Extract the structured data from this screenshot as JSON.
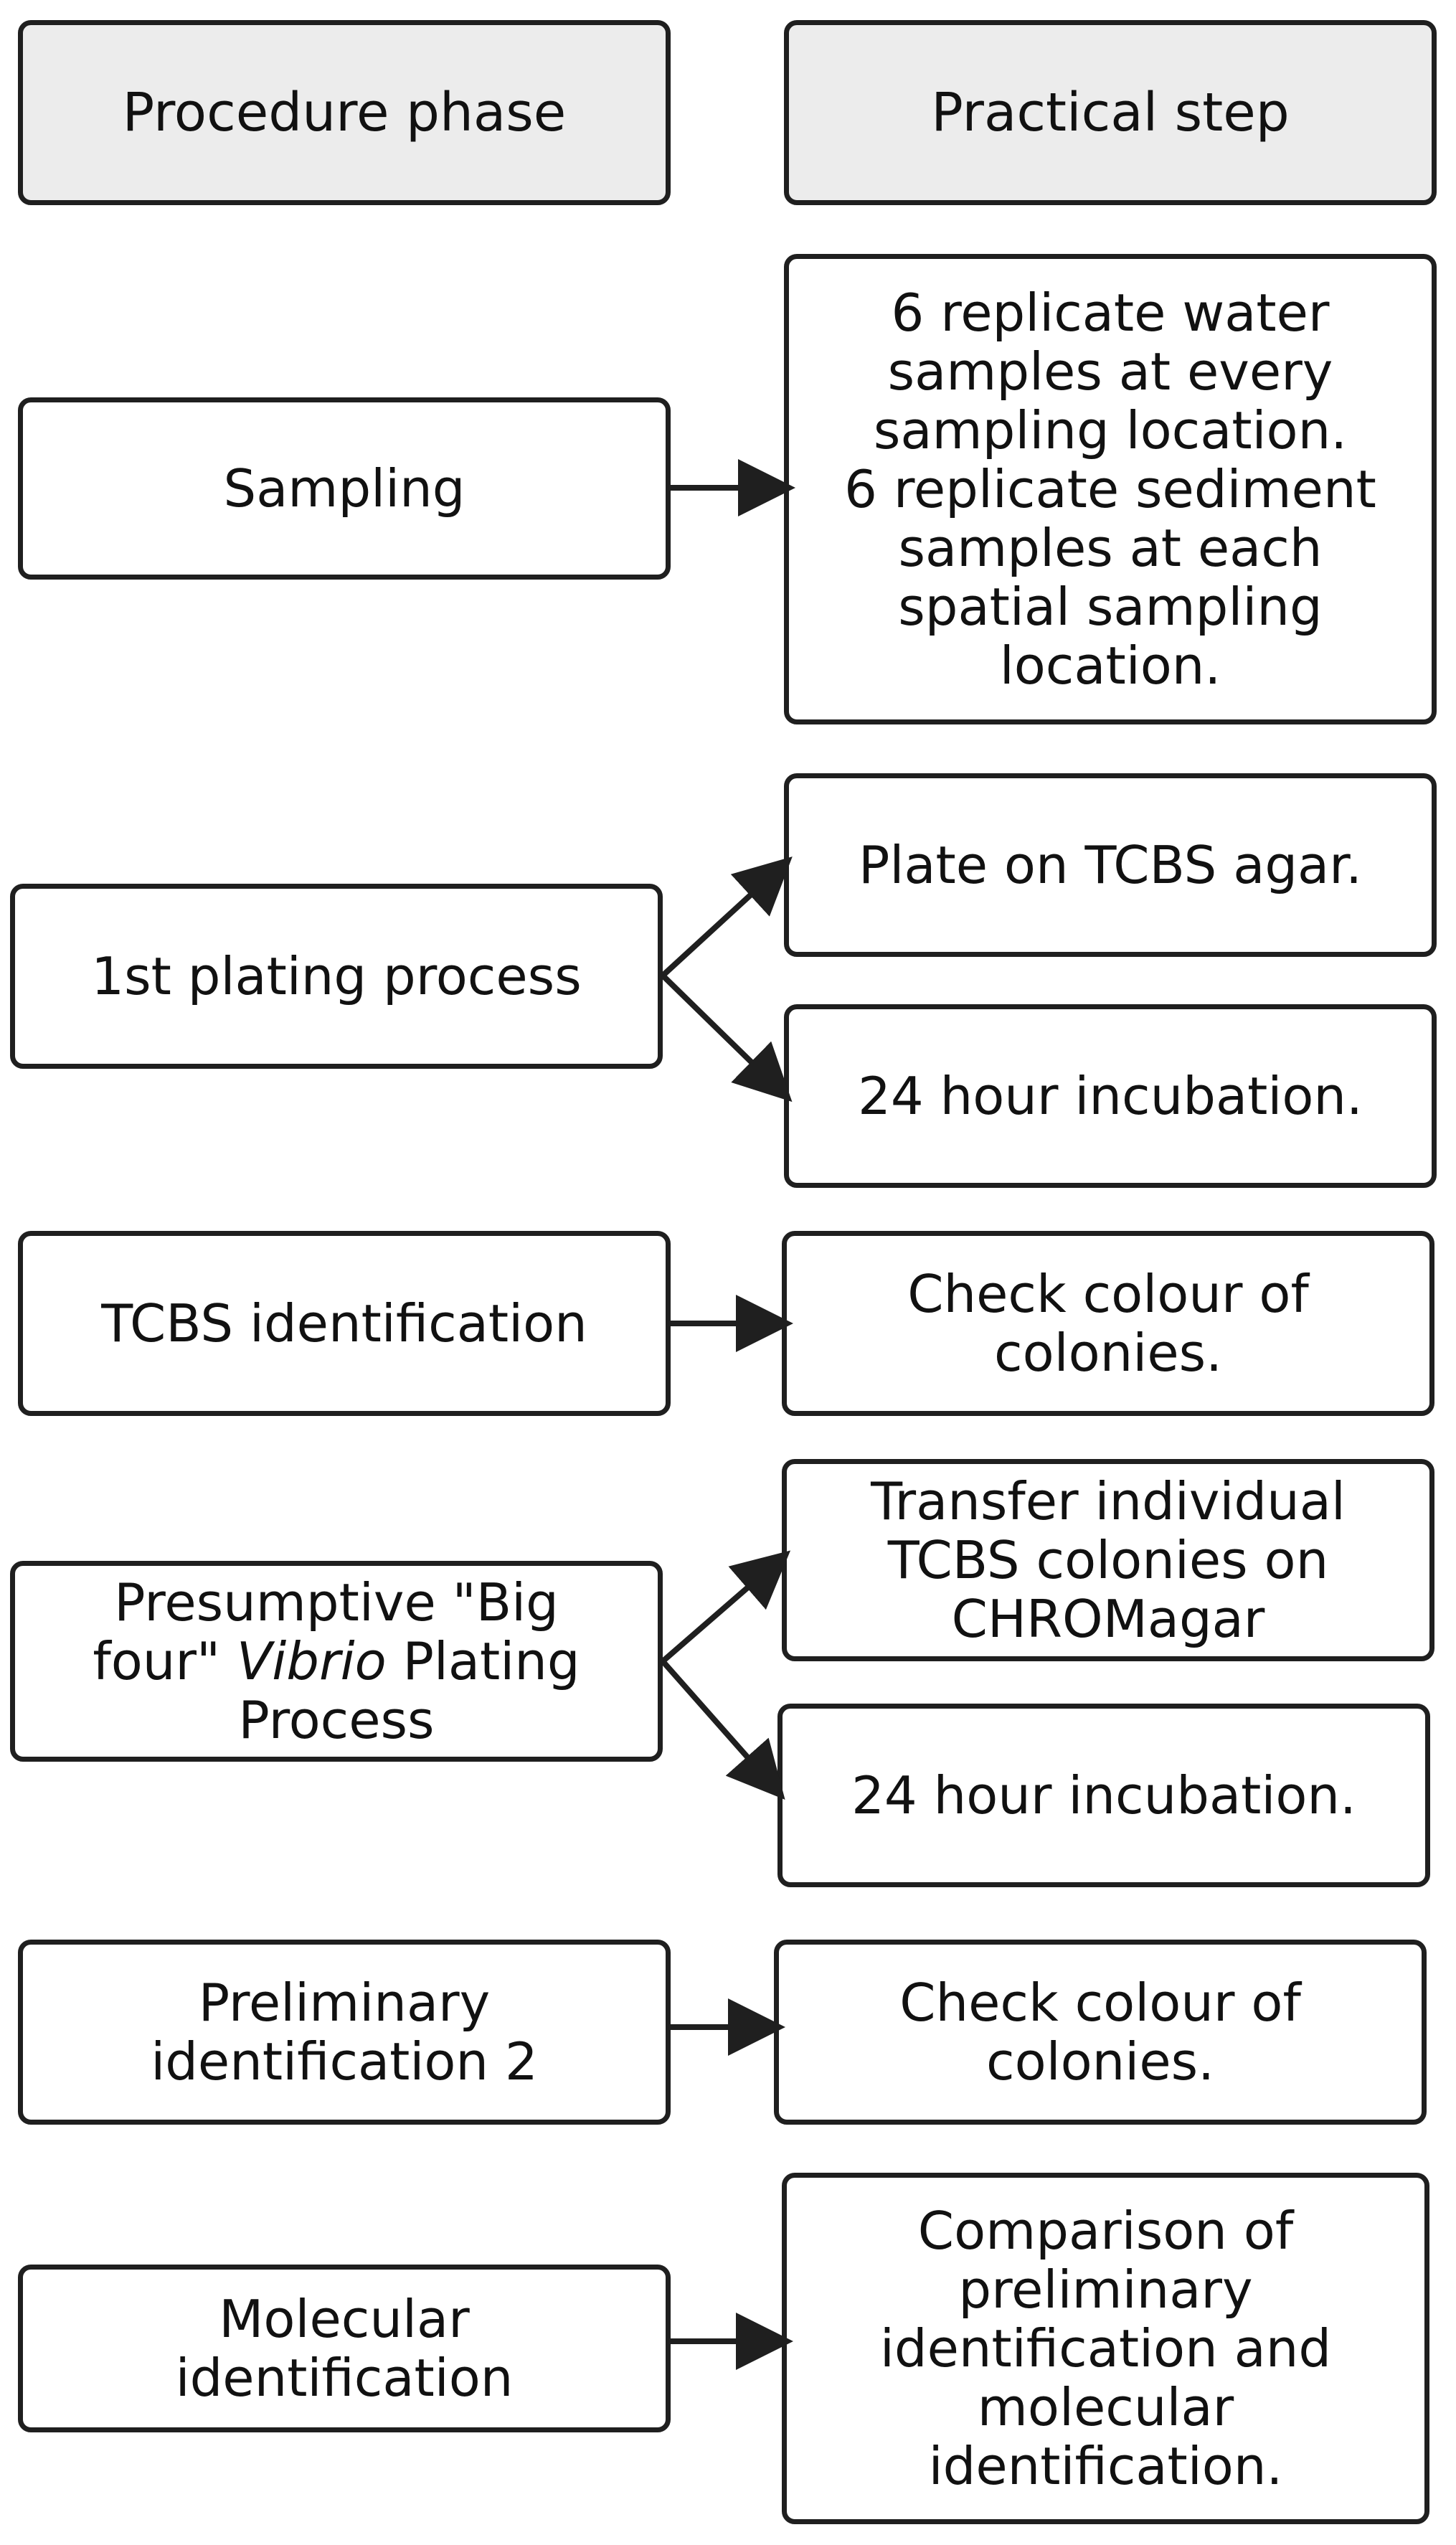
{
  "headers": {
    "procedure": "Procedure phase",
    "practical": "Practical step"
  },
  "phases": [
    {
      "label": "Sampling"
    },
    {
      "label": "1st plating process"
    },
    {
      "label": "TCBS identification"
    },
    {
      "label_pre": "Presumptive  \"Big\nfour\" ",
      "label_italic": "Vibrio",
      "label_post": " Plating\nProcess"
    },
    {
      "label": "Preliminary\nidentification 2"
    },
    {
      "label": "Molecular\nidentification"
    }
  ],
  "steps": [
    {
      "label": "6 replicate water\nsamples at every\nsampling location.\n6 replicate sediment\nsamples at each\nspatial sampling\nlocation."
    },
    {
      "label": "Plate on TCBS agar."
    },
    {
      "label": "24 hour incubation."
    },
    {
      "label": "Check colour of\ncolonies."
    },
    {
      "label": "Transfer individual\nTCBS colonies on\nCHROMagar"
    },
    {
      "label": "24 hour incubation."
    },
    {
      "label": "Check colour of\ncolonies."
    },
    {
      "label": "Comparison of\npreliminary\nidentification and\nmolecular\nidentification."
    }
  ]
}
